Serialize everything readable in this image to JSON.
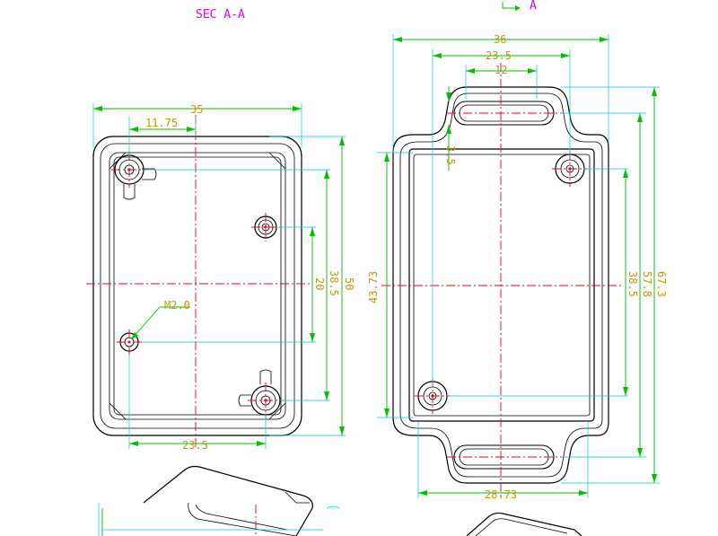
{
  "section_label": "SEC A-A",
  "view_marker": "A",
  "left_view": {
    "dims": {
      "overall_width": "35",
      "hole_offset": "11.75",
      "bottom_hole_spacing": "23.5",
      "inner_hole_spacing": "20",
      "hole_height": "38.5",
      "overall_height": "50"
    },
    "thread_label": "M2.0"
  },
  "right_view": {
    "dims": {
      "overall_width": "36",
      "slot_span": "23.5",
      "slot_width": "12",
      "slot_height": "3.5",
      "body_height": "43.73",
      "bottom_width": "28.73",
      "hole_height": "38.5",
      "body_length": "57.8",
      "overall_length": "67.3"
    }
  },
  "colors": {
    "outline": "#000000",
    "center_line": "#e8002a",
    "dimension_line": "#00d8e8",
    "dimension_arrow": "#00c000",
    "dimension_text": "#c89600",
    "section_label": "#e000e0"
  }
}
